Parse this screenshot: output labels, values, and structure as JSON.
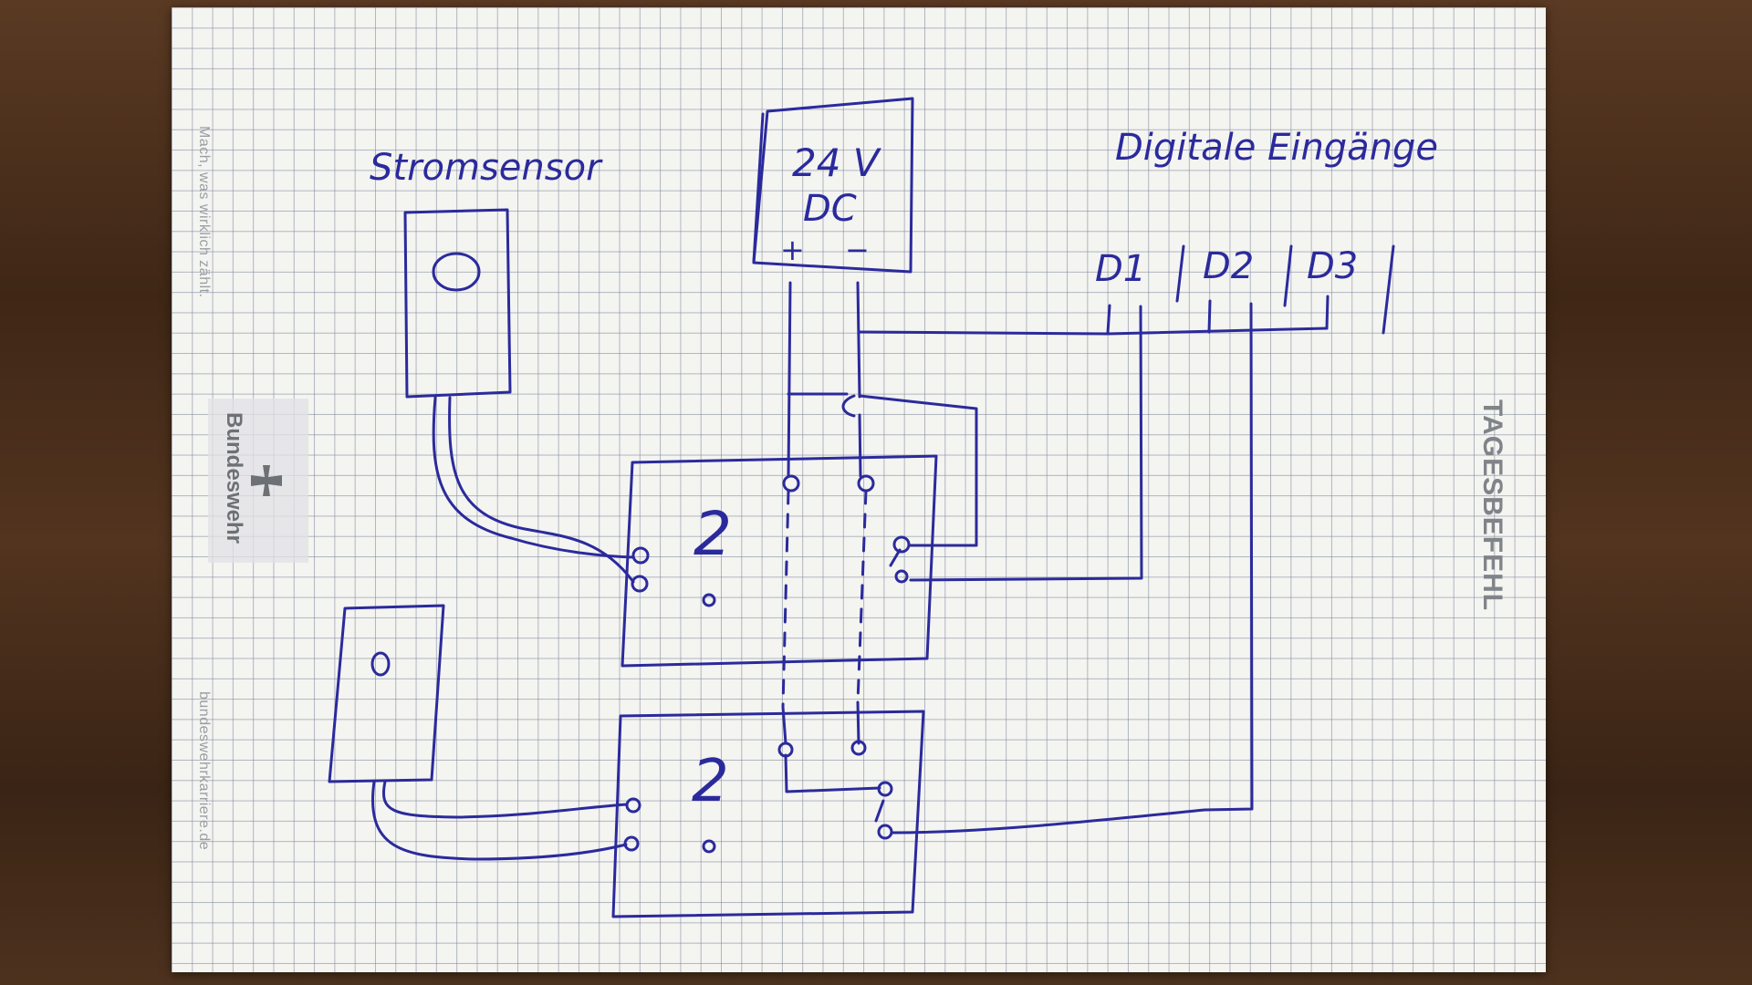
{
  "paper": {
    "slogan": "Mach, was wirklich zählt.",
    "brand": "Bundeswehr",
    "url": "bundeswehrkarriere.de",
    "side_label": "TAGESBEFEHL"
  },
  "drawing": {
    "sensor_label": "Stromsensor",
    "power_voltage": "24 V",
    "power_type": "DC",
    "power_plus": "+",
    "power_minus": "−",
    "inputs_label": "Digitale Eingänge",
    "inputs": [
      "D1",
      "D2",
      "D3"
    ],
    "module_mark_1": "2",
    "module_mark_2": "2"
  },
  "colors": {
    "ink": "#2b2a9c",
    "paper": "#f4f4f1",
    "grid": "#8a93a6",
    "desk": "#4a2f1c"
  }
}
